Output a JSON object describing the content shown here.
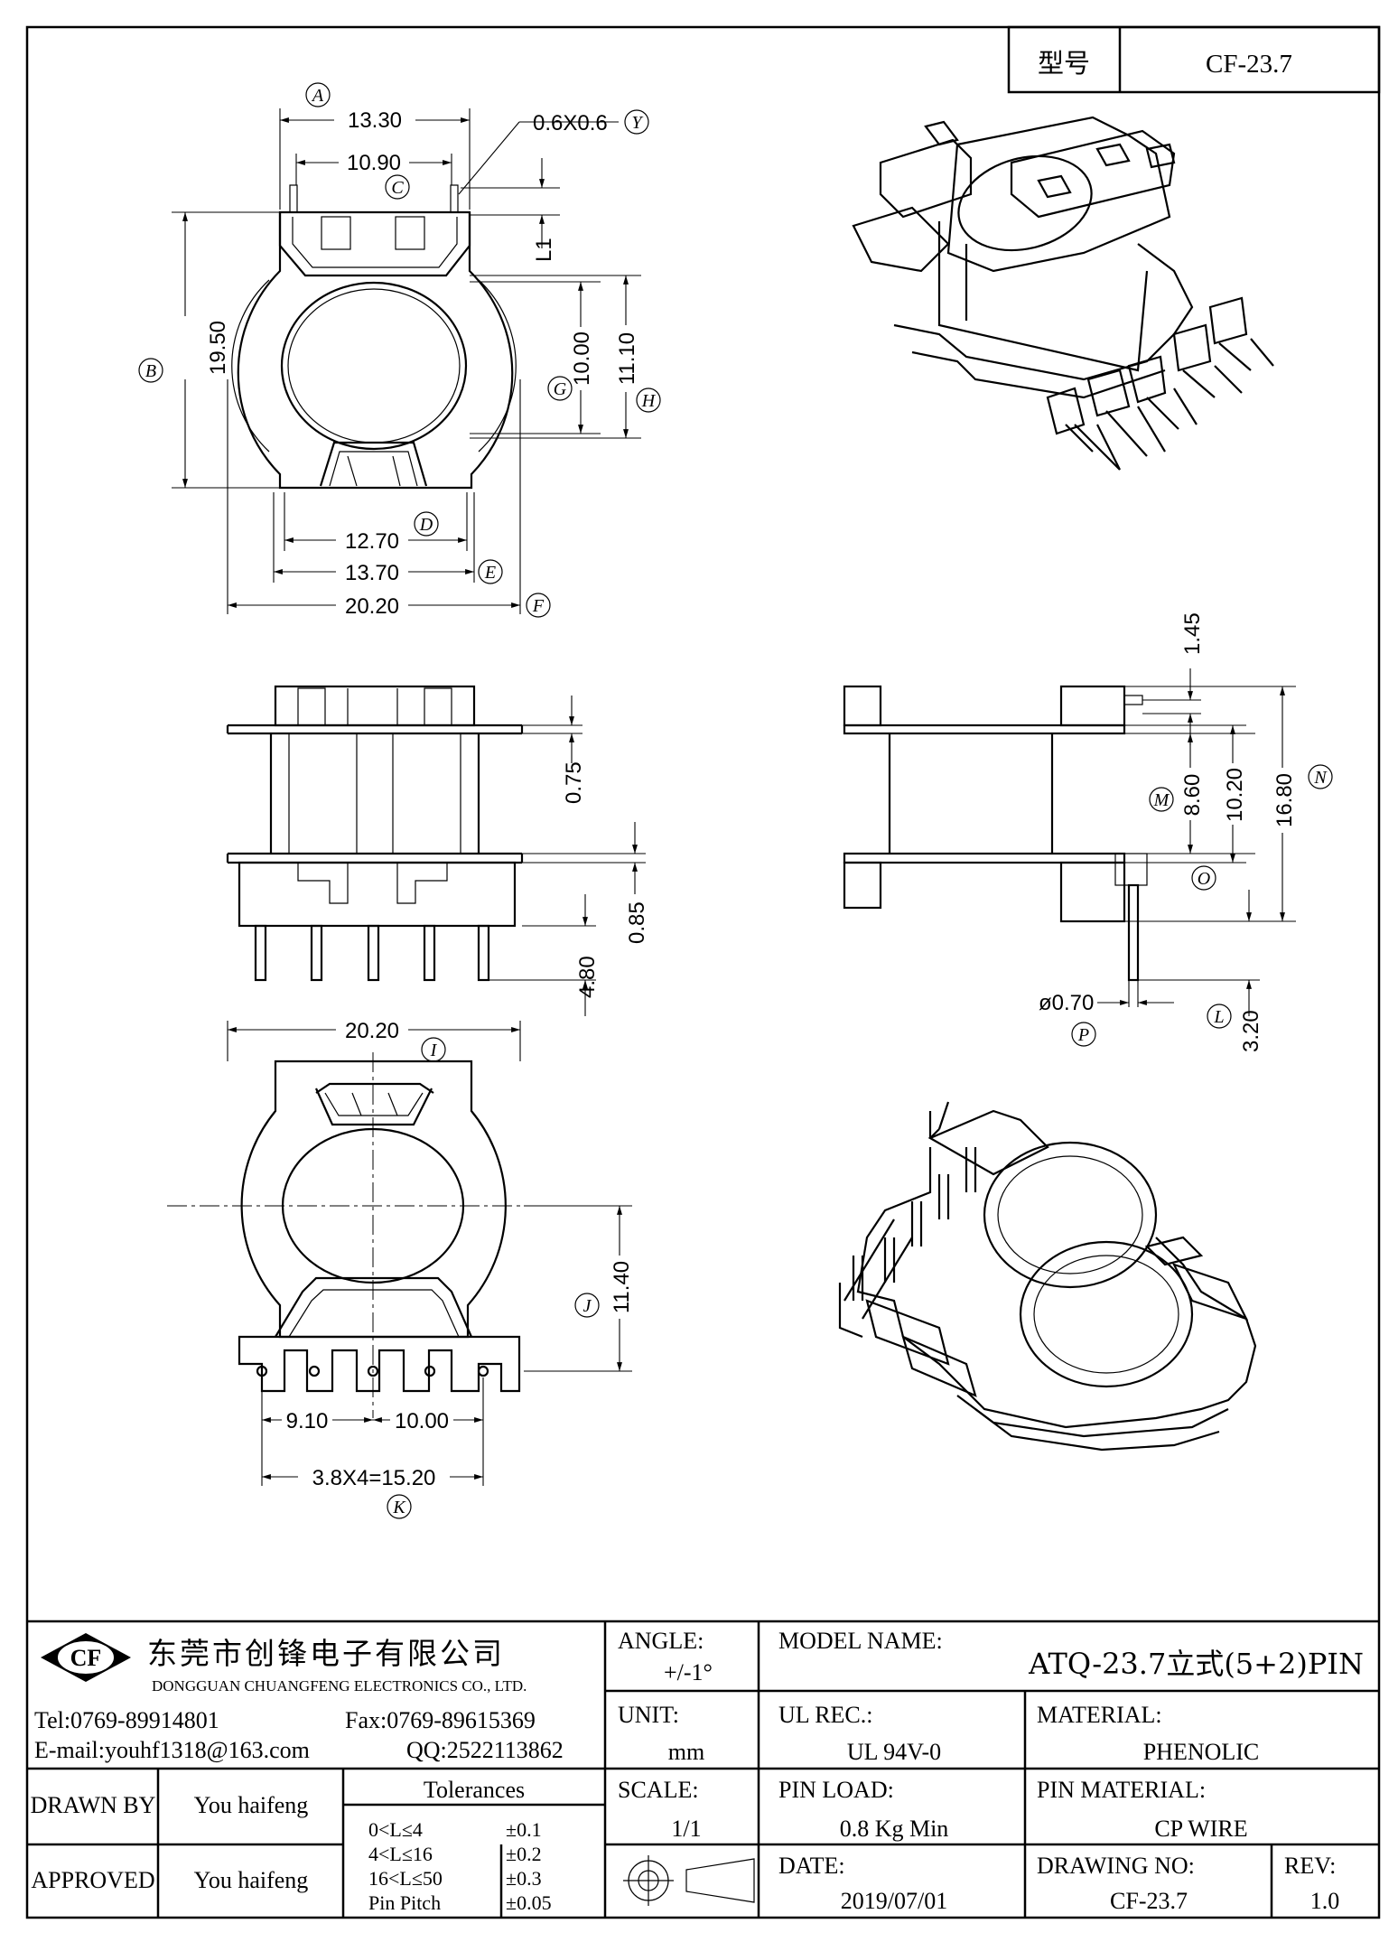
{
  "header": {
    "label_type": "型号",
    "part_no": "CF-23.7"
  },
  "top_view": {
    "dims": {
      "A": "13.30",
      "C": "10.90",
      "L1": "L1",
      "LY": "0.6X0.6",
      "B": "19.50",
      "G": "10.00",
      "H": "11.10",
      "D": "12.70",
      "E": "13.70",
      "F": "20.20"
    },
    "callouts": [
      "A",
      "Y",
      "C",
      "B",
      "G",
      "H",
      "D",
      "E",
      "F"
    ]
  },
  "front_view": {
    "dims": {
      "t1": "0.75",
      "t2": "0.85",
      "pin": "4.80"
    }
  },
  "side_view": {
    "dims": {
      "top": "1.45",
      "M": "8.60",
      "O": "10.20",
      "N": "16.80",
      "P": "ø0.70",
      "L": "3.20"
    },
    "callouts": [
      "M",
      "O",
      "N",
      "P",
      "L"
    ]
  },
  "bottom_view": {
    "dims": {
      "I": "20.20",
      "J": "11.40",
      "left": "9.10",
      "right": "10.00",
      "K": "3.8X4=15.20"
    },
    "callouts": [
      "I",
      "J",
      "K"
    ]
  },
  "title_block": {
    "company_cn": "东莞市创锋电子有限公司",
    "company_en": "DONGGUAN CHUANGFENG ELECTRONICS CO., LTD.",
    "logo": "CF",
    "tel": "Tel:0769-89914801",
    "fax": "Fax:0769-89615369",
    "email": "E-mail:youhf1318@163.com",
    "qq": "QQ:2522113862",
    "drawn_by_label": "DRAWN BY",
    "drawn_by": "You haifeng",
    "approved_label": "APPROVED",
    "approved_by": "You haifeng",
    "tolerances_label": "Tolerances",
    "tolerances": [
      {
        "range": "0<L≤4",
        "value": "±0.1"
      },
      {
        "range": "4<L≤16",
        "value": "±0.2"
      },
      {
        "range": "16<L≤50",
        "value": "±0.3"
      },
      {
        "range": "Pin Pitch",
        "value": "±0.05"
      }
    ],
    "angle_label": "ANGLE:",
    "angle": "+/-1°",
    "unit_label": "UNIT:",
    "unit": "mm",
    "scale_label": "SCALE:",
    "scale": "1/1",
    "model_name_label": "MODEL NAME:",
    "model_name": "ATQ-23.7立式(5+2)PIN",
    "ul_label": "UL REC.:",
    "ul": "UL 94V-0",
    "material_label": "MATERIAL:",
    "material": "PHENOLIC",
    "pin_load_label": "PIN LOAD:",
    "pin_load": "0.8 Kg Min",
    "pin_material_label": "PIN MATERIAL:",
    "pin_material": "CP WIRE",
    "date_label": "DATE:",
    "date": "2019/07/01",
    "drawing_no_label": "DRAWING NO:",
    "drawing_no": "CF-23.7",
    "rev_label": "REV:",
    "rev": "1.0"
  }
}
